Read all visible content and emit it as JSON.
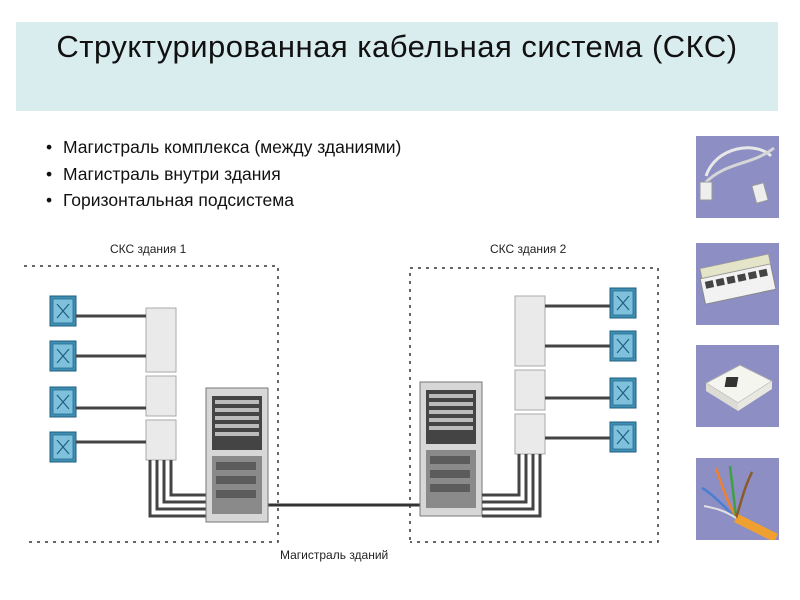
{
  "title": "Структурированная кабельная система (СКС)",
  "bullets": [
    "Магистраль комплекса (между зданиями)",
    "Магистраль внутри здания",
    "Горизонтальная подсистема"
  ],
  "diagram": {
    "building1_label": "СКС здания 1",
    "building2_label": "СКС здания 2",
    "backbone_label": "Магистраль зданий"
  },
  "side_images": [
    {
      "icon": "patch-cord-cable"
    },
    {
      "icon": "patch-panel"
    },
    {
      "icon": "wall-socket"
    },
    {
      "icon": "twisted-pair-cable"
    }
  ],
  "colors": {
    "title_background": "#d9ecee",
    "thumbnail_background": "#8c8ec4",
    "outlet_blue": "#3f8fb5"
  }
}
